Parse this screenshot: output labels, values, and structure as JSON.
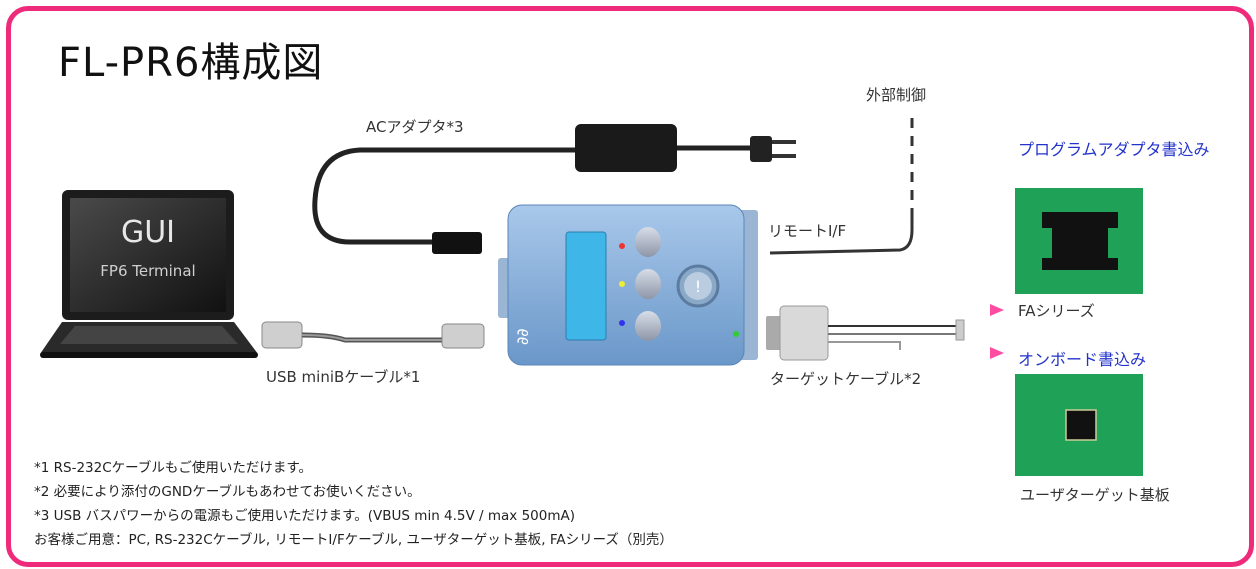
{
  "title": "FL-PR6構成図",
  "laptop": {
    "screen_title": "GUI",
    "screen_subtitle": "FP6 Terminal"
  },
  "labels": {
    "ac_adapter": "ACアダプタ*3",
    "external_control": "外部制御",
    "remote_if": "リモートI/F",
    "usb_cable": "USB miniBケーブル*1",
    "target_cable": "ターゲットケーブル*2",
    "program_adapter": "プログラムアダプタ書込み",
    "fa_series": "FAシリーズ",
    "onboard_write": "オンボード書込み",
    "user_target_board": "ユーザターゲット基板"
  },
  "notes": [
    "*1 RS-232Cケーブルもご使用いただけます。",
    "*2 必要により添付のGNDケーブルもあわせてお使いください。",
    "*3 USB バスパワーからの電源もご使用いただけます。(VBUS min 4.5V / max 500mA)",
    "お客様ご用意：PC, RS-232Cケーブル, リモートI/Fケーブル, ユーザターゲット基板, FAシリーズ（別売）"
  ],
  "colors": {
    "frame": "#ee2b7a",
    "device": "#7fa9d6",
    "board": "#1fa257",
    "accent_text": "#2233cc"
  }
}
